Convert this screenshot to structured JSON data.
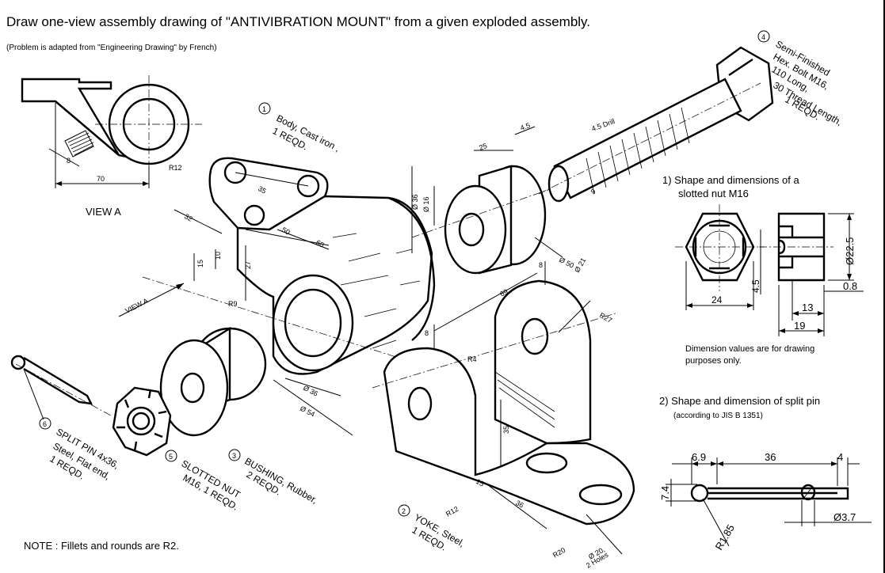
{
  "title": "Draw one-view assembly drawing of \"ANTIVIBRATION  MOUNT\" from a given exploded assembly.",
  "subtitle": "(Problem is adapted from \"Engineering Drawing\" by French)",
  "view_a": {
    "label": "VIEW  A",
    "dim_70": "70",
    "dim_8": "8",
    "arrow_label": "VIEW A"
  },
  "parts": {
    "p1": {
      "num": "1",
      "l1": "Body, Cast iron ,",
      "l2": "1 REQD."
    },
    "p2": {
      "num": "2",
      "l1": "YOKE, Steel,",
      "l2": "1 REQD."
    },
    "p3": {
      "num": "3",
      "l1": "BUSHING, Rubber,",
      "l2": "2 REQD."
    },
    "p4": {
      "num": "4",
      "l1": "Semi-Finished",
      "l2": "Hex. Bolt M16,",
      "l3": "110 Long,",
      "l4": "30 Thread Length,",
      "l5": "1 REQD."
    },
    "p5": {
      "num": "5",
      "l1": "SLOTTED NUT",
      "l2": "M16, 1 REQD."
    },
    "p6": {
      "num": "6",
      "l1": "SPLIT PIN 4x36,",
      "l2": "Steel, Flat end,",
      "l3": "1 REQD."
    }
  },
  "body_dims": {
    "r12": "R12",
    "d35": "35",
    "d32": "32",
    "d50": "50",
    "d60": "60",
    "d15": "15",
    "d10": "10",
    "d27": "27",
    "r9": "R9",
    "d36": "Ø 36",
    "d54": "Ø 54"
  },
  "bushing_dims": {
    "d25": "25",
    "d45": "4.5",
    "d36": "Ø 36",
    "d16": "Ø 16",
    "d50": "Ø 50"
  },
  "bolt_dims": {
    "drill": "4.5 Drill",
    "d9": "9"
  },
  "yoke_dims": {
    "d69": "69",
    "d8a": "8",
    "d8b": "8",
    "d21": "Ø 21",
    "r27": "R27",
    "r4": "R4",
    "d35": "35",
    "d15": "15",
    "d36": "36",
    "r12": "R12",
    "r20": "R20",
    "d20": "Ø 20,",
    "holes": "2 Holes"
  },
  "nut_detail": {
    "heading": "1) Shape and dimensions of a",
    "heading2": "slotted nut M16",
    "d24": "24",
    "d45": "4.5",
    "d13": "13",
    "d19": "19",
    "d225": "Ø22.5",
    "d08": "0.8",
    "note1": "Dimension values are for drawing",
    "note2": "purposes only."
  },
  "pin_detail": {
    "heading": "2) Shape and dimension of split pin",
    "sub": "(according to JIS B 1351)",
    "d69": "6.9",
    "d36": "36",
    "d4": "4",
    "d74": "7.4",
    "r185": "R1.85",
    "d37": "Ø3.7"
  },
  "note": "NOTE : Fillets and rounds are R2."
}
